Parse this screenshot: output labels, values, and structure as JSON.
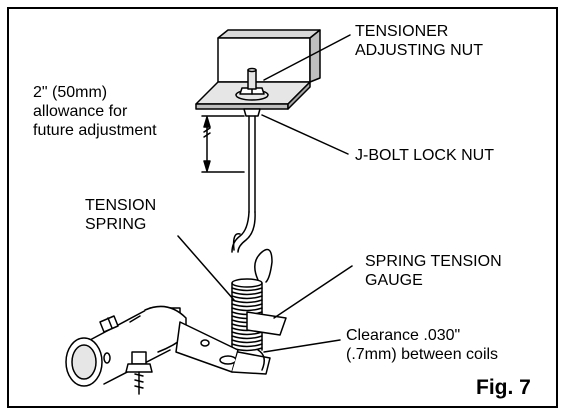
{
  "labels": {
    "tensioner_nut": [
      "TENSIONER",
      "ADJUSTING NUT"
    ],
    "allowance": [
      "2\" (50mm)",
      "allowance for",
      "future adjustment"
    ],
    "jbolt_lock_nut": "J-BOLT LOCK NUT",
    "tension_spring": [
      "TENSION",
      "SPRING"
    ],
    "spring_gauge": [
      "SPRING TENSION",
      "GAUGE"
    ],
    "clearance": [
      "Clearance .030\"",
      "(.7mm) between coils"
    ]
  },
  "figure_label": "Fig. 7",
  "colors": {
    "line": "#000000",
    "background": "#ffffff",
    "fill_light": "#e6e6e6",
    "fill_mid": "#bfbfbf"
  }
}
